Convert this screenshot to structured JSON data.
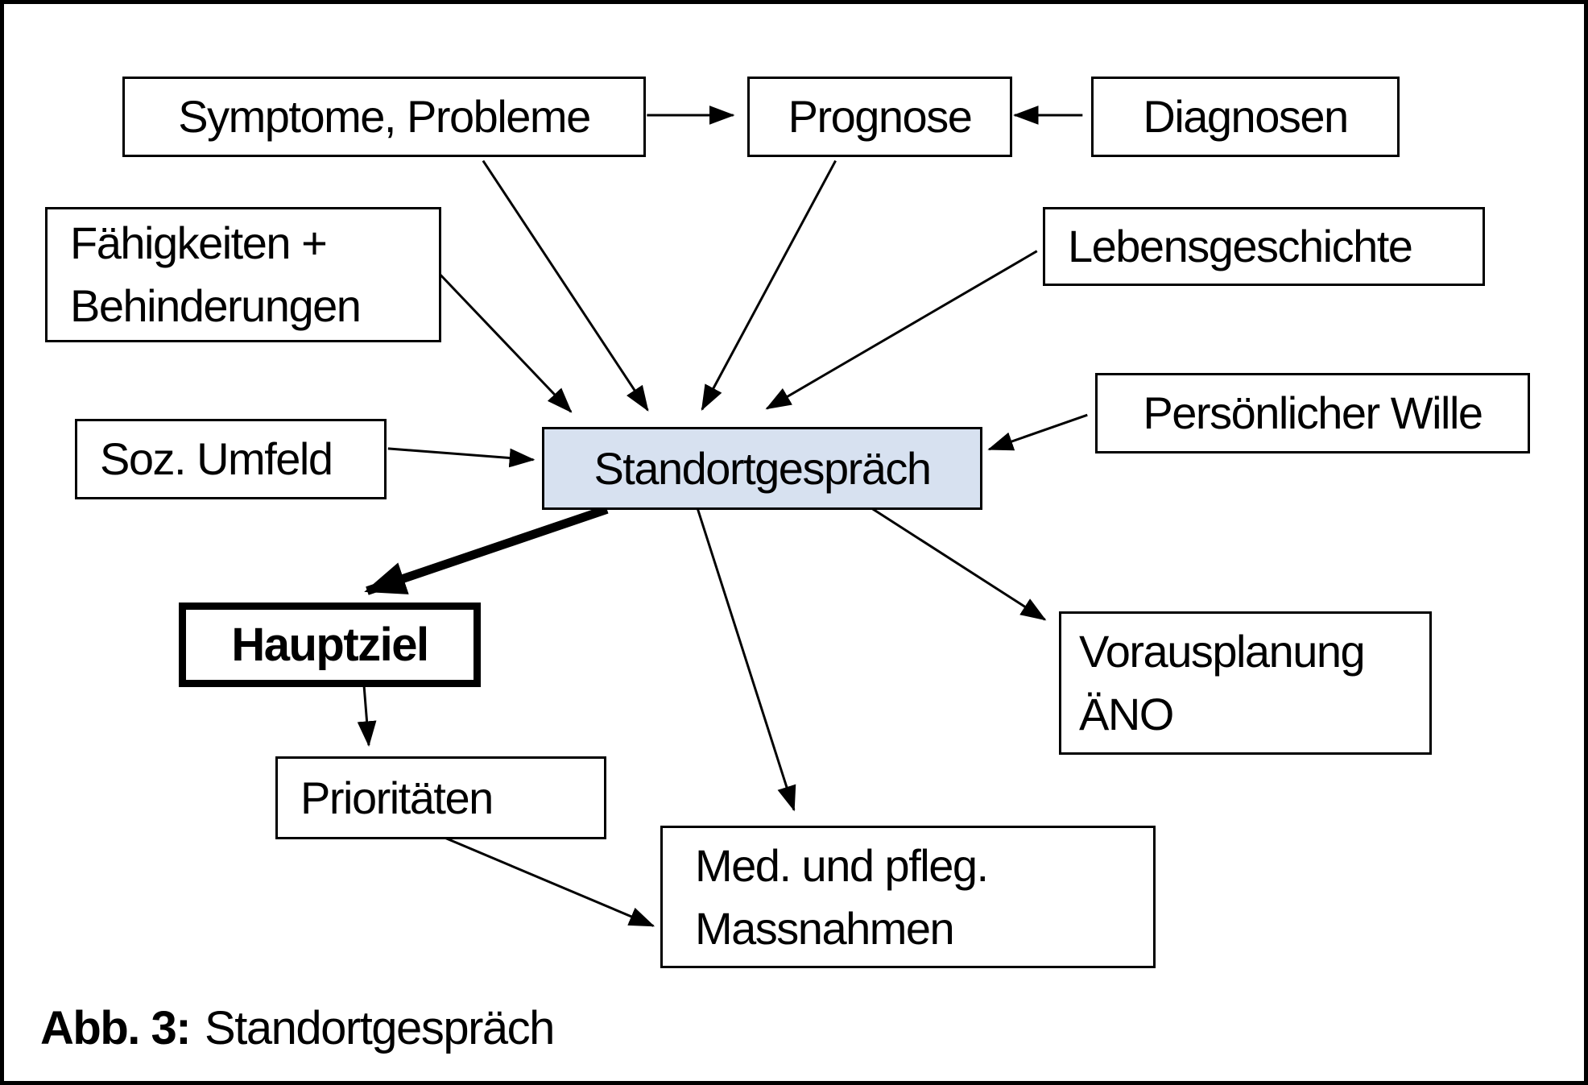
{
  "figure": {
    "caption_bold": "Abb. 3:",
    "caption_text": "Standortgespräch"
  },
  "colors": {
    "background": "#ffffff",
    "line": "#000000",
    "box_border": "#000000",
    "highlight_fill": "#d7e1f0"
  },
  "nodes": {
    "symptome": {
      "label": "Symptome, Probleme"
    },
    "prognose": {
      "label": "Prognose"
    },
    "diagnosen": {
      "label": "Diagnosen"
    },
    "faehigkeiten": {
      "label": "Fähigkeiten +\nBehinderungen"
    },
    "lebensgeschichte": {
      "label": "Lebensgeschichte"
    },
    "soz_umfeld": {
      "label": "Soz. Umfeld"
    },
    "standortgespraech": {
      "label": "Standortgespräch"
    },
    "persoenlicher_wille": {
      "label": "Persönlicher Wille"
    },
    "hauptziel": {
      "label": "Hauptziel"
    },
    "vorausplanung": {
      "label": "Vorausplanung\nÄNO"
    },
    "prioritaeten": {
      "label": "Prioritäten"
    },
    "massnahmen": {
      "label": "Med. und pfleg.\nMassnahmen"
    }
  },
  "edges": [
    {
      "from": "symptome",
      "to": "prognose",
      "style": "normal"
    },
    {
      "from": "diagnosen",
      "to": "prognose",
      "style": "normal"
    },
    {
      "from": "symptome",
      "to": "standortgespraech",
      "style": "normal"
    },
    {
      "from": "faehigkeiten",
      "to": "standortgespraech",
      "style": "normal"
    },
    {
      "from": "prognose",
      "to": "standortgespraech",
      "style": "normal"
    },
    {
      "from": "lebensgeschichte",
      "to": "standortgespraech",
      "style": "normal"
    },
    {
      "from": "soz_umfeld",
      "to": "standortgespraech",
      "style": "normal"
    },
    {
      "from": "persoenlicher_wille",
      "to": "standortgespraech",
      "style": "normal"
    },
    {
      "from": "standortgespraech",
      "to": "hauptziel",
      "style": "bold"
    },
    {
      "from": "standortgespraech",
      "to": "massnahmen",
      "style": "normal"
    },
    {
      "from": "standortgespraech",
      "to": "vorausplanung",
      "style": "normal"
    },
    {
      "from": "hauptziel",
      "to": "prioritaeten",
      "style": "normal"
    },
    {
      "from": "prioritaeten",
      "to": "massnahmen",
      "style": "normal"
    }
  ]
}
